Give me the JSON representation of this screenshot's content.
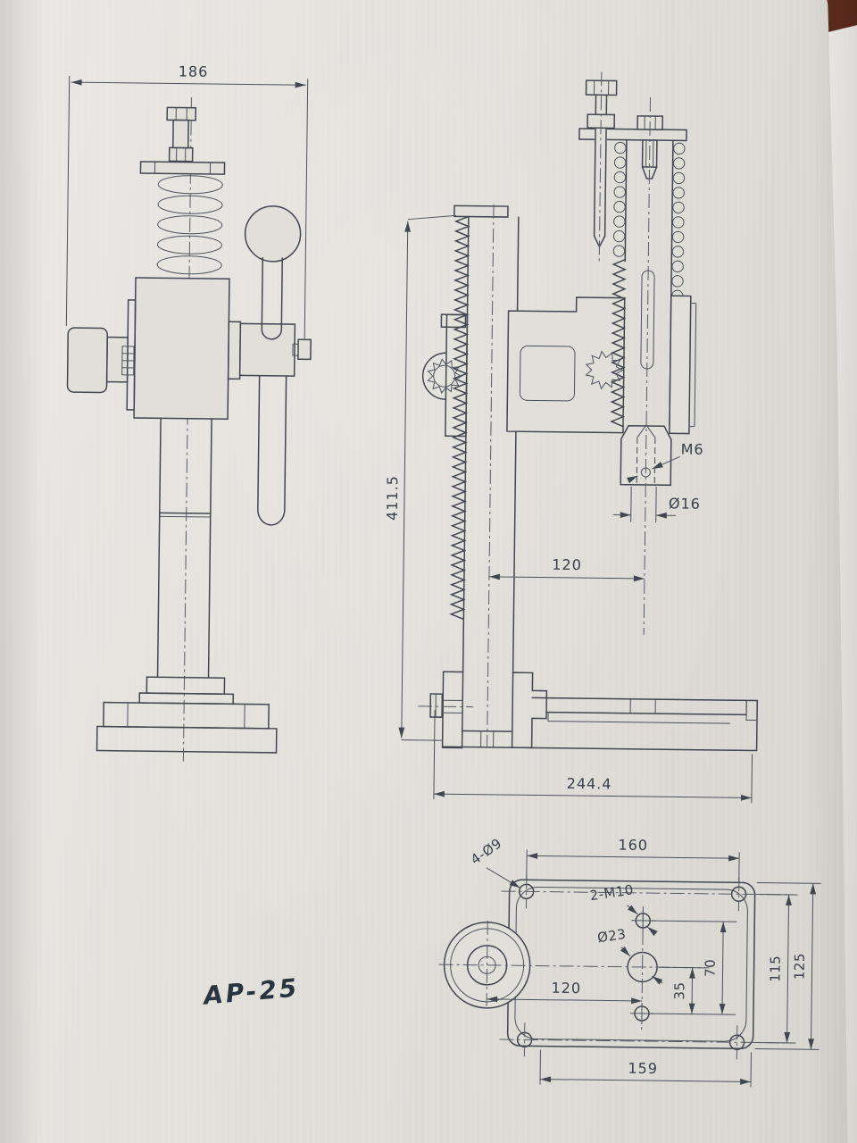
{
  "drawing": {
    "part_code": "AP-25",
    "front_view": {
      "width_dim": "186"
    },
    "side_view": {
      "height_dim": "411.5",
      "thread_label": "M6",
      "spindle_dia": "Ø16",
      "throat_dim": "120",
      "base_length_dim": "244.4"
    },
    "plan_view": {
      "hole_span": "160",
      "corner_holes_label": "4-Ø9",
      "tapped_holes_label": "2-M10",
      "center_hole_label": "Ø23",
      "m10_spacing": "70",
      "hole_offset": "35",
      "holes_height_span": "115",
      "plate_height": "125",
      "boss_to_hole": "120",
      "base_width": "159"
    }
  },
  "colors": {
    "paper": "#e2e0db",
    "line": "#42474f",
    "table": "#401c12",
    "ink": "#2a3340"
  }
}
